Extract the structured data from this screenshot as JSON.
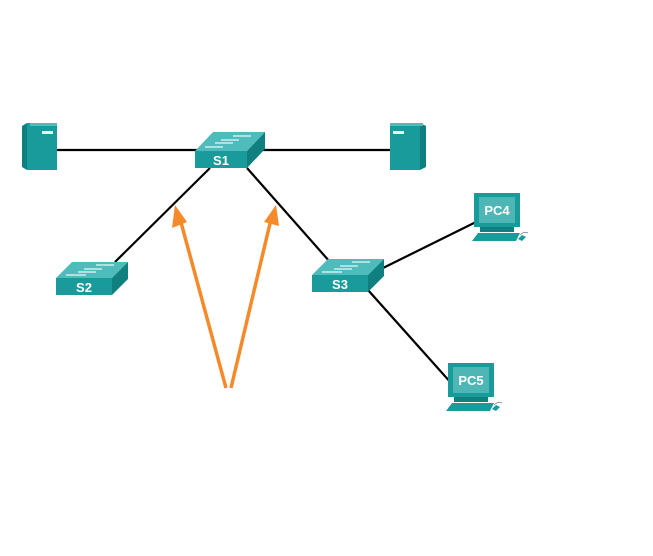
{
  "diagram": {
    "title": "Network topology",
    "colors": {
      "device_teal": "#1a9b9b",
      "device_top": "#4fbcbc",
      "device_dark": "#0f6f6f",
      "link": "#000000",
      "arrow": "#f58a2a"
    },
    "nodes": [
      {
        "id": "server-left",
        "type": "server",
        "label": ""
      },
      {
        "id": "S1",
        "type": "switch",
        "label": "S1"
      },
      {
        "id": "server-right",
        "type": "server",
        "label": ""
      },
      {
        "id": "S2",
        "type": "switch",
        "label": "S2"
      },
      {
        "id": "S3",
        "type": "switch",
        "label": "S3"
      },
      {
        "id": "PC4",
        "type": "pc",
        "label": "PC4"
      },
      {
        "id": "PC5",
        "type": "pc",
        "label": "PC5"
      }
    ],
    "links": [
      {
        "from": "server-left",
        "to": "S1"
      },
      {
        "from": "S1",
        "to": "server-right"
      },
      {
        "from": "S1",
        "to": "S2"
      },
      {
        "from": "S1",
        "to": "S3"
      },
      {
        "from": "S3",
        "to": "PC4"
      },
      {
        "from": "S3",
        "to": "PC5"
      }
    ],
    "annotations": [
      {
        "type": "arrow",
        "color": "orange",
        "points_to": "link S1-S2"
      },
      {
        "type": "arrow",
        "color": "orange",
        "points_to": "link S1-S3"
      }
    ]
  }
}
